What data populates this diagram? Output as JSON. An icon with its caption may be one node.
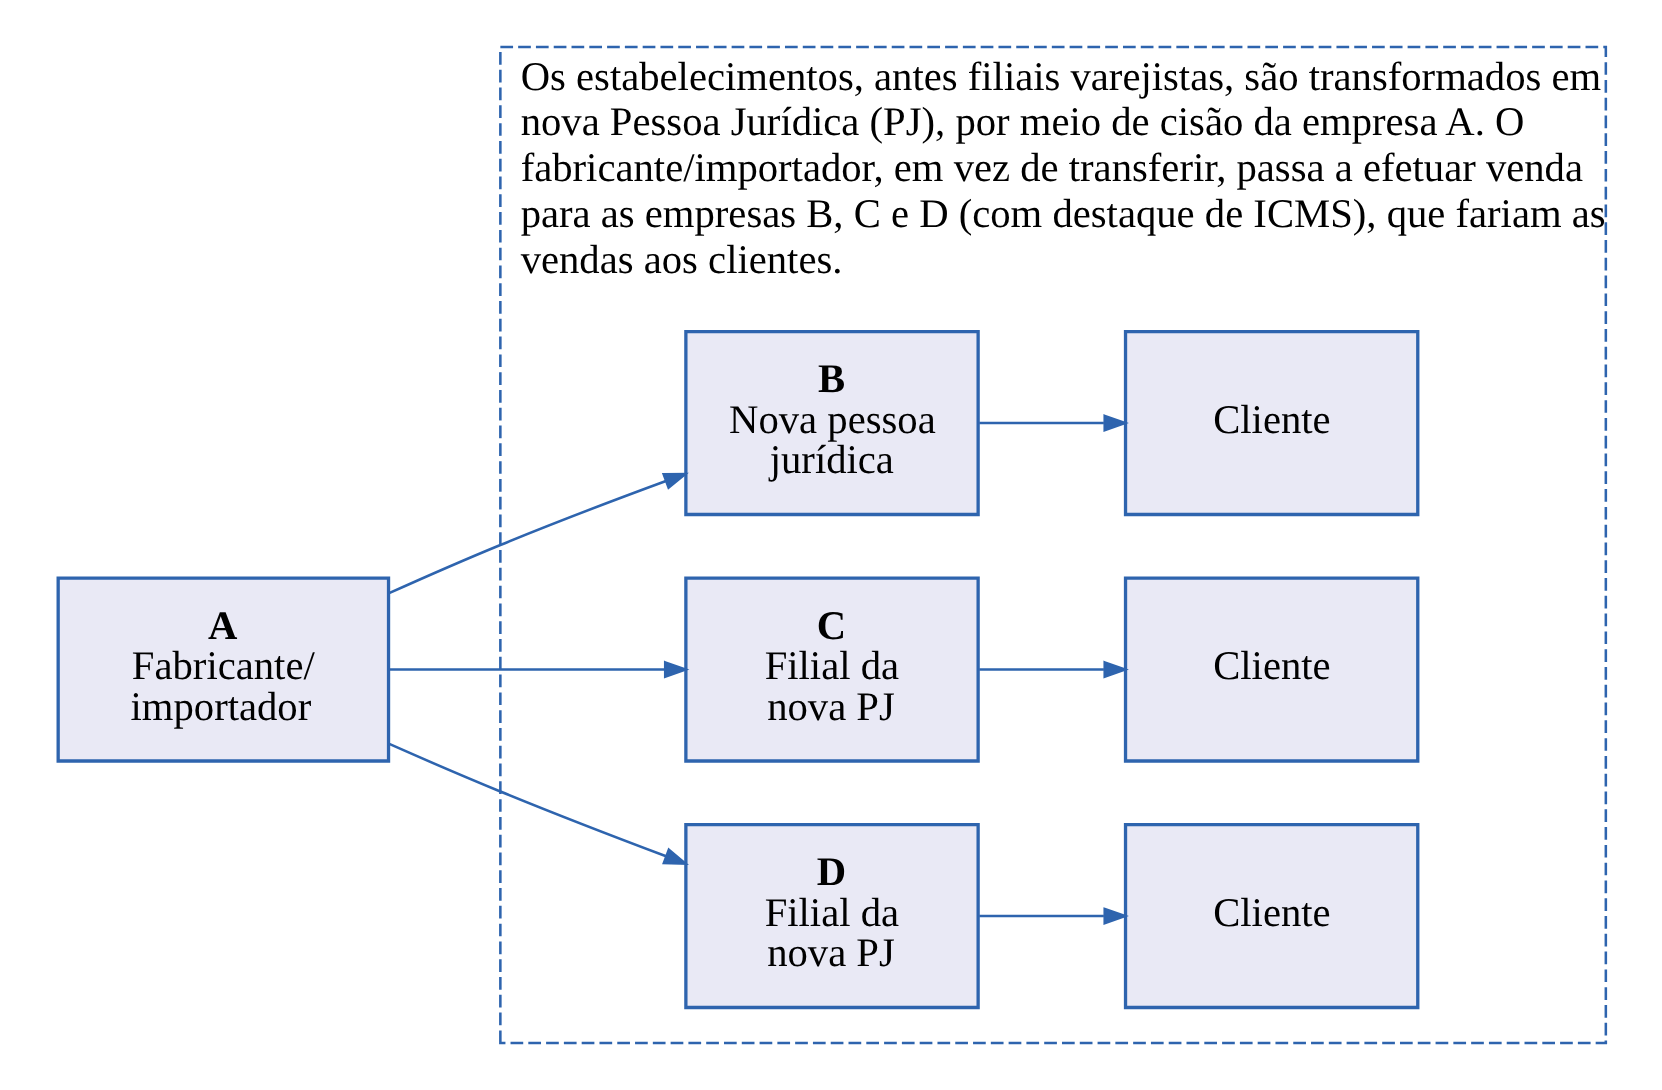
{
  "diagram": {
    "nodes": [
      {
        "text": [
          "Os estabelecimentos, antes filiais varejistas, são transformados em nova Pessoa Jurídica (PJ), por meio de cisão da empresa A. O fabricante/importador, em vez de transferir, passa a efetuar venda para as empresas B, C e D (com destaque de ICMS), que fariam as vendas aos clientes."
        ]
      },
      {
        "text": [
          "A",
          "Fabricante/ importador"
        ]
      },
      {
        "text": [
          "B",
          "Nova pessoa jurídica"
        ],
        "in": 0
      },
      {
        "text": [
          "Cliente"
        ],
        "in": 0
      },
      {
        "text": [
          "C",
          "Filial da nova PJ"
        ],
        "in": 0
      },
      {
        "text": [
          "Cliente"
        ],
        "in": 0
      },
      {
        "text": [
          "D",
          "Filial da nova PJ"
        ],
        "in": 0
      },
      {
        "text": [
          "Cliente"
        ],
        "in": 0
      }
    ],
    "edges": [
      {
        "from": 1,
        "to": 2,
        "arrow": "to"
      },
      {
        "from": 1,
        "to": 4,
        "arrow": "to"
      },
      {
        "from": 1,
        "to": 6,
        "arrow": "to"
      },
      {
        "from": 2,
        "to": 3,
        "arrow": "to"
      },
      {
        "from": 4,
        "to": 5,
        "arrow": "to"
      },
      {
        "from": 6,
        "to": 7,
        "arrow": "to"
      }
    ]
  }
}
